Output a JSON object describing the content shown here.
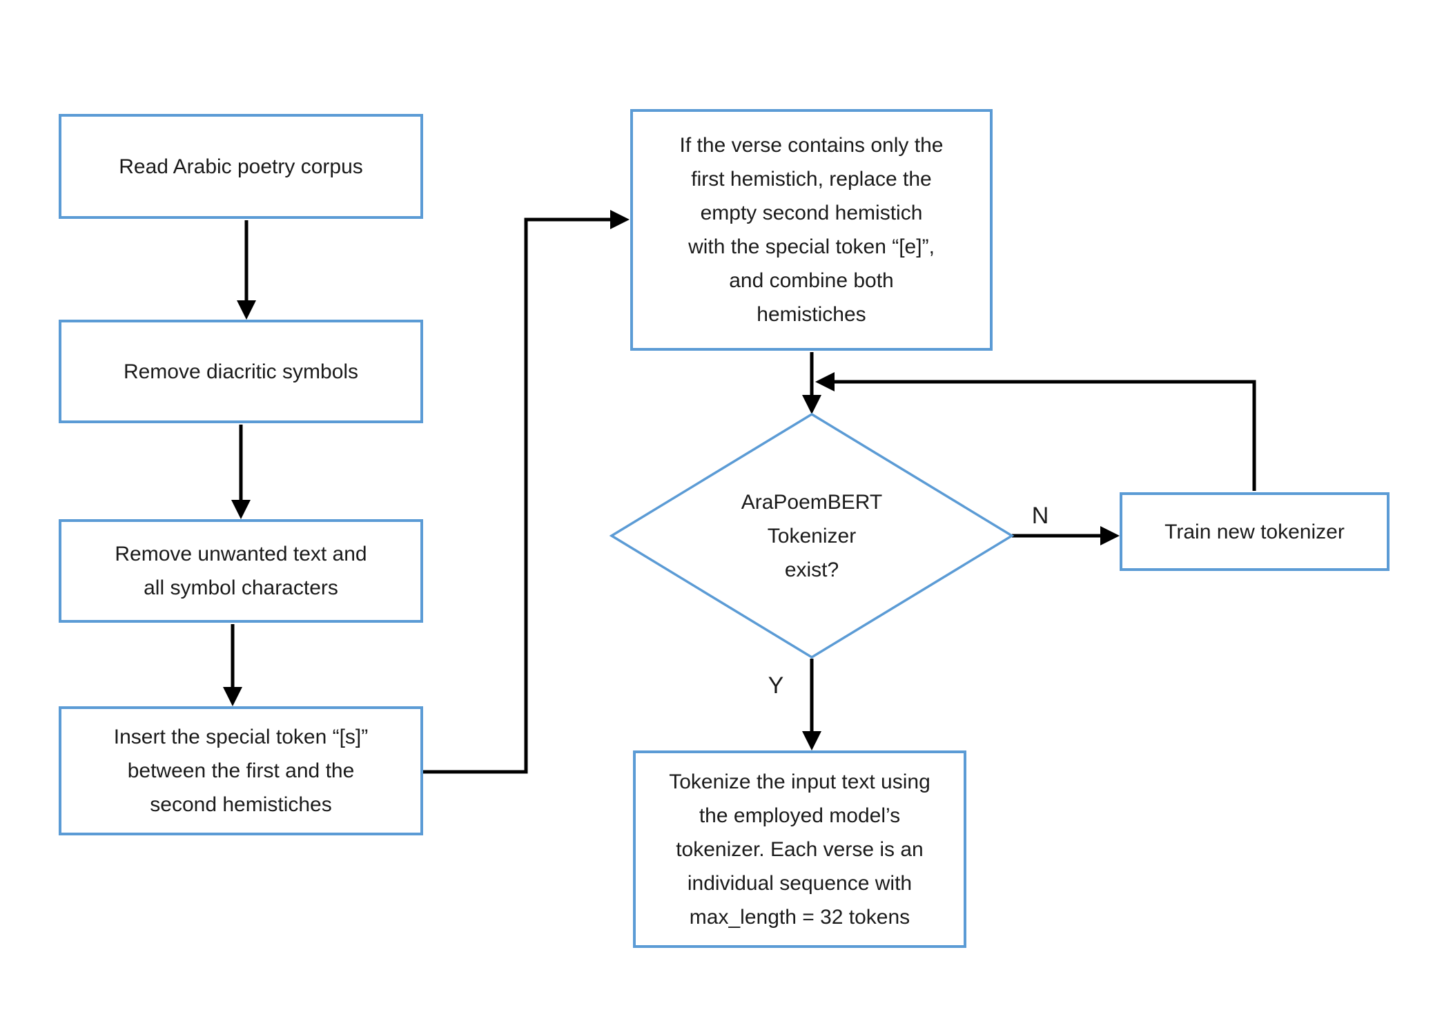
{
  "colors": {
    "accent": "#5B9BD5",
    "arrow": "#000000",
    "text": "#1a1a1a",
    "background": "#ffffff"
  },
  "nodes": {
    "read_corpus": {
      "label": "Read Arabic poetry corpus"
    },
    "remove_diacritics": {
      "label": "Remove diacritic symbols"
    },
    "remove_unwanted": {
      "label": "Remove unwanted text and\nall symbol characters"
    },
    "insert_token_s": {
      "label": "Insert the special token “[s]”\nbetween the first and the\nsecond hemistiches"
    },
    "replace_empty_hemistich": {
      "label": "If the verse contains only the\nfirst hemistich, replace the\nempty second hemistich\nwith the special token “[e]”,\nand combine both\nhemistiches"
    },
    "tokenizer_exists": {
      "label": "AraPoemBERT\nTokenizer\nexist?"
    },
    "train_tokenizer": {
      "label": "Train new tokenizer"
    },
    "tokenize_input": {
      "label": "Tokenize the input text using\nthe employed model’s\ntokenizer. Each verse is an\nindividual sequence with\nmax_length = 32 tokens"
    }
  },
  "edge_labels": {
    "no": "N",
    "yes": "Y"
  }
}
